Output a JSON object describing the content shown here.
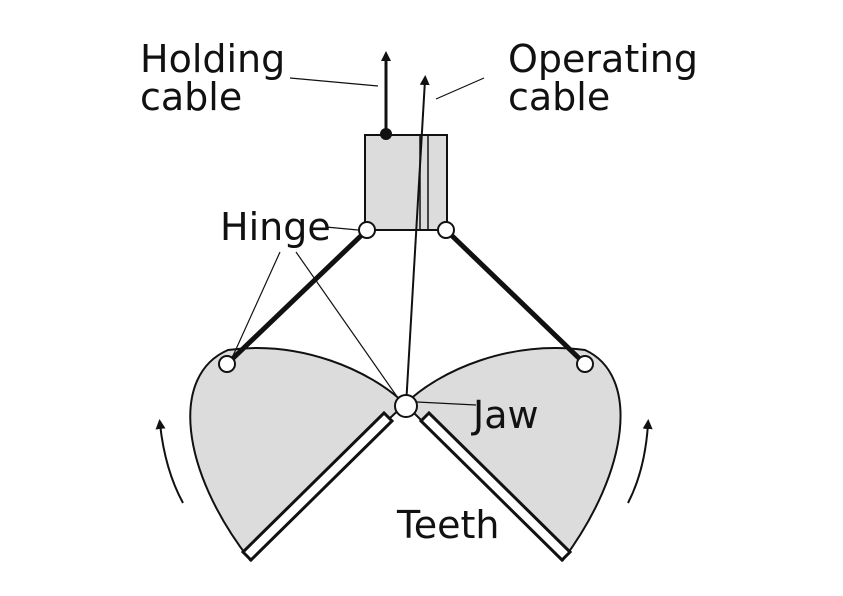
{
  "labels": {
    "holding_line1": "Holding",
    "holding_line2": "cable",
    "operating_line1": "Operating",
    "operating_line2": "cable",
    "hinge": "Hinge",
    "jaw": "Jaw",
    "teeth": "Teeth"
  },
  "colors": {
    "fill": "#dcdcdc",
    "stroke": "#111111",
    "background": "#ffffff"
  }
}
